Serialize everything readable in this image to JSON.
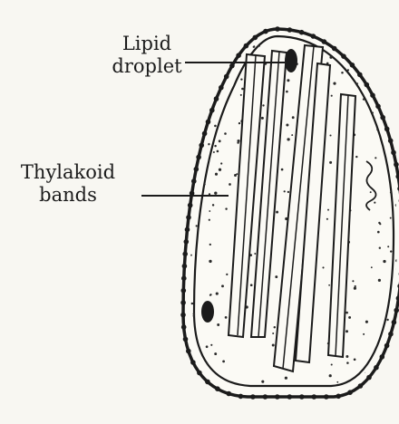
{
  "labels": {
    "lipid_droplet": [
      "Lipid",
      "droplet"
    ],
    "thylakoid_bands": [
      "Thylakoid",
      "bands"
    ]
  },
  "colors": {
    "ink": "#1b1b1b",
    "paper": "#f8f7f2"
  }
}
